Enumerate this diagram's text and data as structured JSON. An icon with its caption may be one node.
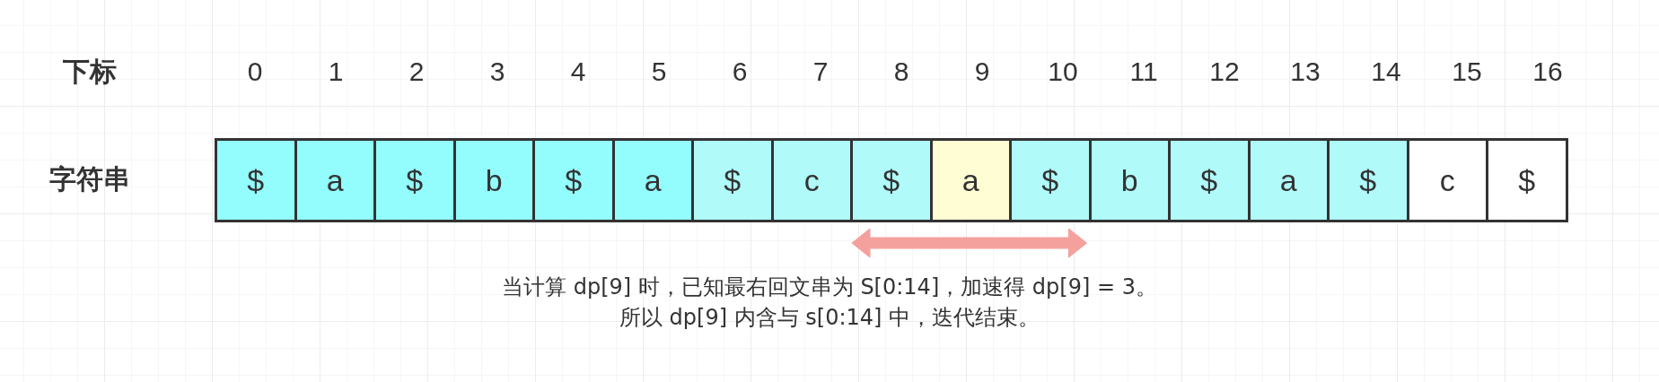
{
  "diagram": {
    "labels": [
      "下标",
      "0",
      "1",
      "2",
      "3",
      "4",
      "5",
      "6",
      "7",
      "8",
      "9",
      "10",
      "11",
      "12",
      "13",
      "14",
      "15",
      "16",
      "字符串",
      "$",
      "a",
      "$",
      "b",
      "$",
      "a",
      "$",
      "c",
      "$",
      "a",
      "$",
      "b",
      "$",
      "a",
      "$",
      "c",
      "$",
      "当计算 dp[9] 时，已知最右回文串为 S[0:14]，加速得 dp[9] = 3。",
      "所以 dp[9] 内含与 s[0:14] 中，迭代结束。"
    ]
  }
}
